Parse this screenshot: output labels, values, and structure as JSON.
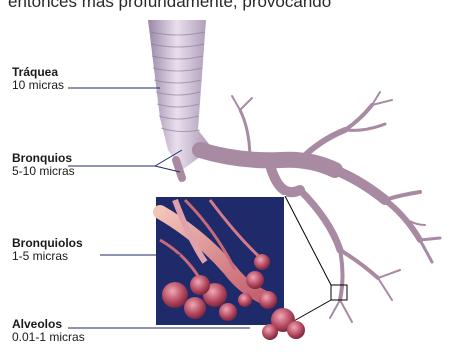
{
  "header_text": "entonces más profundamente, provocando",
  "labels": [
    {
      "name": "Tráquea",
      "size": "10 micras"
    },
    {
      "name": "Bronquios",
      "size": "5-10 micras"
    },
    {
      "name": "Bronquiolos",
      "size": "1-5 micras"
    },
    {
      "name": "Alveolos",
      "size": "0.01-1 micras"
    }
  ],
  "colors": {
    "trachea": "#b9a6c4",
    "bronchi": "#a88aa3",
    "inset_bg": "#1f2a6b",
    "alveoli": "#b4485f",
    "leader_line": "#1f2a6b"
  }
}
